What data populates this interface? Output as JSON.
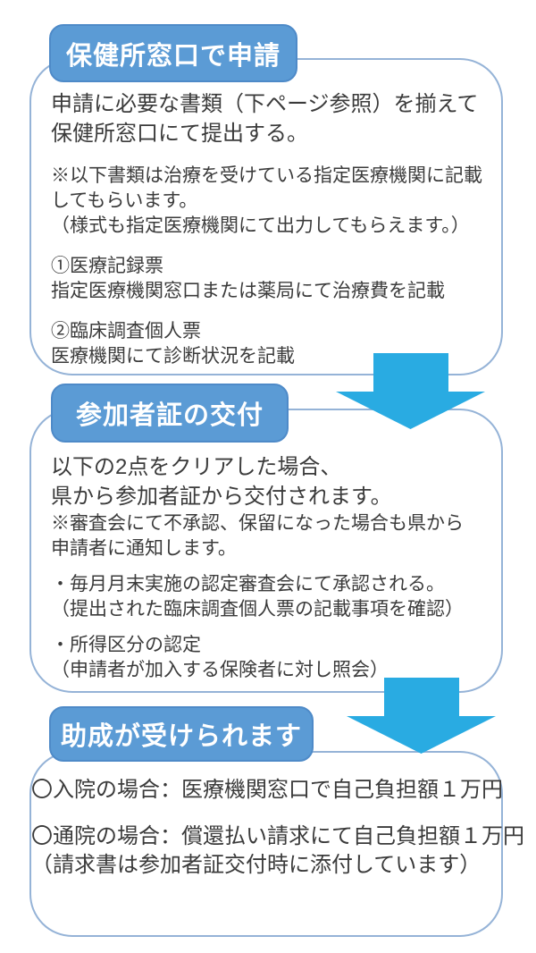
{
  "colors": {
    "pill_fill": "#5b9bd5",
    "pill_border": "#4e8ac8",
    "pill_text": "#ffffff",
    "box_border": "#95b3d7",
    "arrow_fill": "#29abe2",
    "body_text": "#3b3b3b"
  },
  "sections": [
    {
      "id": "apply",
      "header": "保健所窓口で申請",
      "paragraphs": [
        {
          "lines": [
            "申請に必要な書類（下ページ参照）を揃えて",
            "保健所窓口にて提出する。"
          ]
        },
        {
          "lines": [
            "※以下書類は治療を受けている指定医療機関に記載",
            "してもらいます。",
            "（様式も指定医療機関にて出力してもらえます。）"
          ]
        },
        {
          "lines": [
            "①医療記録票",
            "指定医療機関窓口または薬局にて治療費を記載"
          ]
        },
        {
          "lines": [
            "②臨床調査個人票",
            "医療機関にて診断状況を記載"
          ]
        }
      ]
    },
    {
      "id": "certificate",
      "header": "参加者証の交付",
      "paragraphs": [
        {
          "lines": [
            "以下の2点をクリアした場合、",
            "県から参加者証から交付されます。"
          ]
        },
        {
          "lines": [
            "※審査会にて不承認、保留になった場合も県から",
            "申請者に通知します。"
          ]
        },
        {
          "lines": [
            "・毎月月末実施の認定審査会にて承認される。",
            "（提出された臨床調査個人票の記載事項を確認）"
          ]
        },
        {
          "lines": [
            "・所得区分の認定",
            "（申請者が加入する保険者に対し照会）"
          ]
        }
      ]
    },
    {
      "id": "subsidy",
      "header": "助成が受けられます",
      "paragraphs": [
        {
          "lines": [
            "〇入院の場合：医療機関窓口で自己負担額１万円"
          ]
        },
        {
          "lines": [
            "〇通院の場合：償還払い請求にて自己負担額１万円",
            "（請求書は参加者証交付時に添付しています）"
          ]
        }
      ]
    }
  ],
  "arrows": [
    {
      "name": "down-arrow-1"
    },
    {
      "name": "down-arrow-2"
    }
  ]
}
